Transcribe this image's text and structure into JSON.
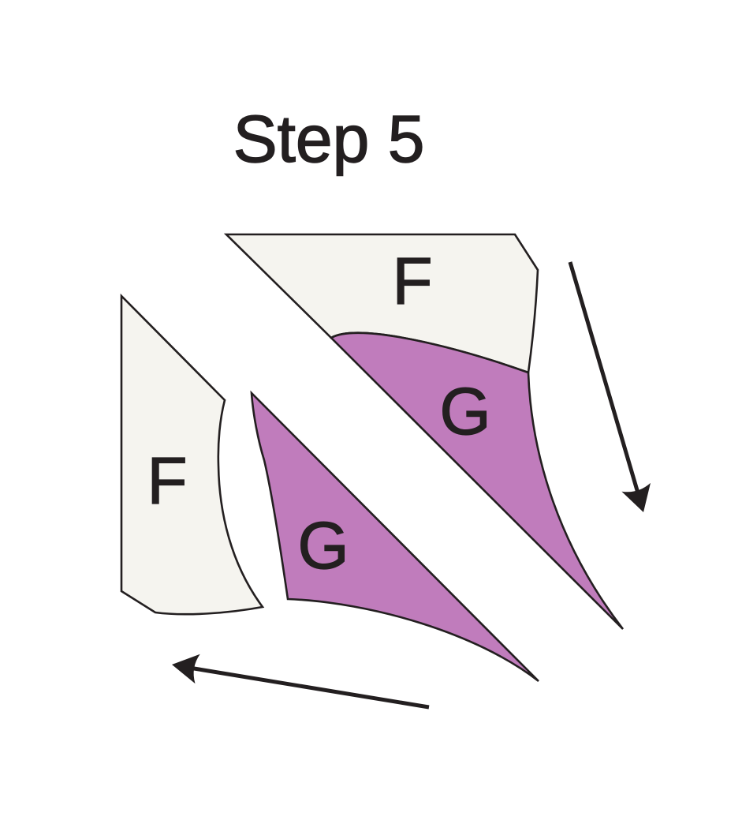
{
  "title": {
    "text": "Step 5"
  },
  "diagram": {
    "background": "#FFFFFF",
    "outline_color": "#231F20",
    "label_color": "#231F20",
    "pieces": {
      "upper_f": {
        "label": "F",
        "fill": "#F5F4EF"
      },
      "upper_g": {
        "label": "G",
        "fill": "#C07CBC"
      },
      "lower_f": {
        "label": "F",
        "fill": "#F5F4EF"
      },
      "lower_g": {
        "label": "G",
        "fill": "#C07CBC"
      }
    },
    "arrows": {
      "color": "#231F20",
      "right": {
        "direction": "down"
      },
      "bottom": {
        "direction": "left"
      }
    }
  }
}
